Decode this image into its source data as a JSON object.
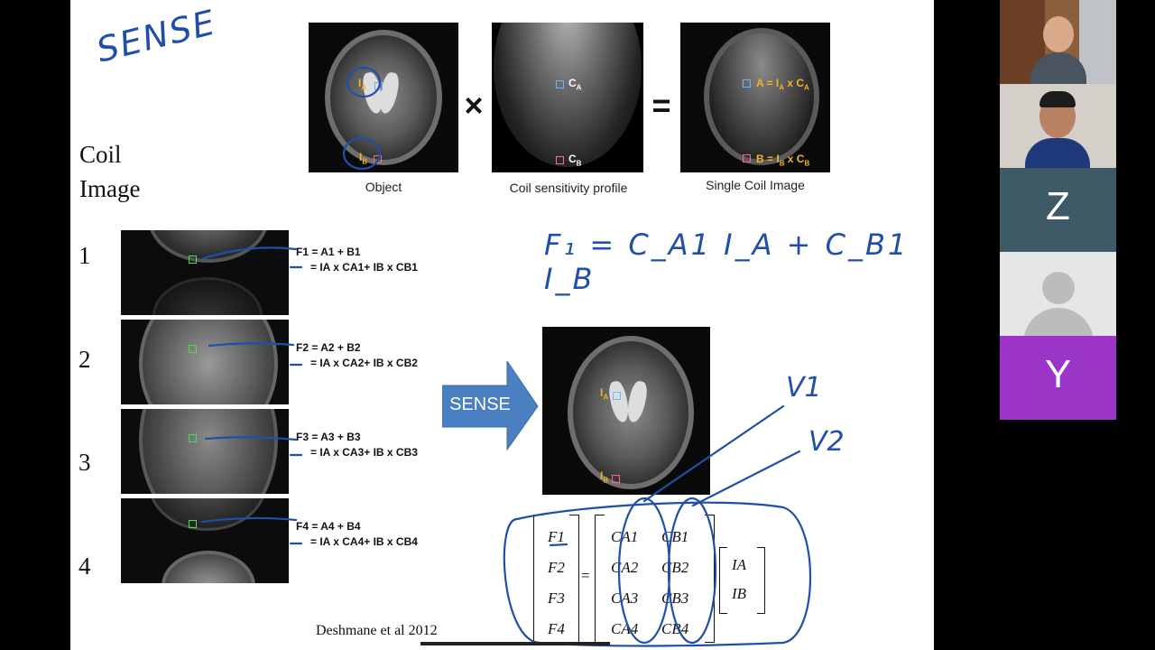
{
  "slide": {
    "handwritten_title": "SENSE",
    "side_heading": "Coil\nImage",
    "row_numbers": [
      "1",
      "2",
      "3",
      "4"
    ],
    "captions": {
      "object": "Object",
      "coil": "Coil sensitivity profile",
      "single": "Single Coil Image"
    },
    "operators": {
      "times": "×",
      "equals": "="
    },
    "labels": {
      "ia": "I",
      "ia_sub": "A",
      "ib": "I",
      "ib_sub": "B",
      "ca": "C",
      "ca_sub": "A",
      "cb": "C",
      "cb_sub": "B",
      "a_eq": "A = I",
      "a_eq_sub1": "A",
      "a_eq_mid": " x C",
      "a_eq_sub2": "A",
      "b_eq": "B = I",
      "b_eq_sub1": "B",
      "b_eq_mid": " x C",
      "b_eq_sub2": "B"
    },
    "equations": [
      {
        "l1": "F₁ = A₁ + B₁",
        "l2": "= Iₐ x Cₐ₁+ I_B x C_B1"
      },
      {
        "l1": "F₂ = A₂ + B₂",
        "l2": "= Iₐ x Cₐ₂+ I_B x C_B2"
      },
      {
        "l1": "F₃ = A₃ + B₃",
        "l2": "= Iₐ x Cₐ₃+ I_B x C_B3"
      },
      {
        "l1": "F₄ = A₄ + B₄",
        "l2": "= Iₐ x Cₐ₄+ I_B x C_B4"
      }
    ],
    "equations_display": [
      {
        "l1": "F1 = A1 + B1",
        "l2": "= IA x CA1+ IB x CB1"
      },
      {
        "l1": "F2 = A2 + B2",
        "l2": "= IA x CA2+ IB x CB2"
      },
      {
        "l1": "F3 = A3 + B3",
        "l2": "= IA x CA3+ IB x CB3"
      },
      {
        "l1": "F4 = A4 + B4",
        "l2": "= IA x CA4+ IB x CB4"
      }
    ],
    "sense_arrow_label": "SENSE",
    "handwritten_formula": "F₁ = C_A1 I_A + C_B1 I_B",
    "handwritten_v1": "V1",
    "handwritten_v2": "V2",
    "matrix": {
      "f": [
        "F1",
        "F2",
        "F3",
        "F4"
      ],
      "ca": [
        "CA1",
        "CA2",
        "CA3",
        "CA4"
      ],
      "cb": [
        "CB1",
        "CB2",
        "CB3",
        "CB4"
      ],
      "i": [
        "IA",
        "IB"
      ],
      "equals": "="
    },
    "citation": "Deshmane et al 2012"
  },
  "gallery": {
    "participants": [
      {
        "name": "presenter-video",
        "initial": ""
      },
      {
        "name": "participant-video",
        "initial": ""
      },
      {
        "name": "participant-z",
        "initial": "Z",
        "color": "#3e5a66"
      },
      {
        "name": "participant-avatar",
        "initial": "",
        "color": "#e6e6e6"
      },
      {
        "name": "participant-y",
        "initial": "Y",
        "color": "#9b35c8"
      }
    ]
  },
  "colors": {
    "ink": "#1f4fa8",
    "label_yellow": "#f0b429",
    "arrow_blue": "#4a7fc1"
  }
}
